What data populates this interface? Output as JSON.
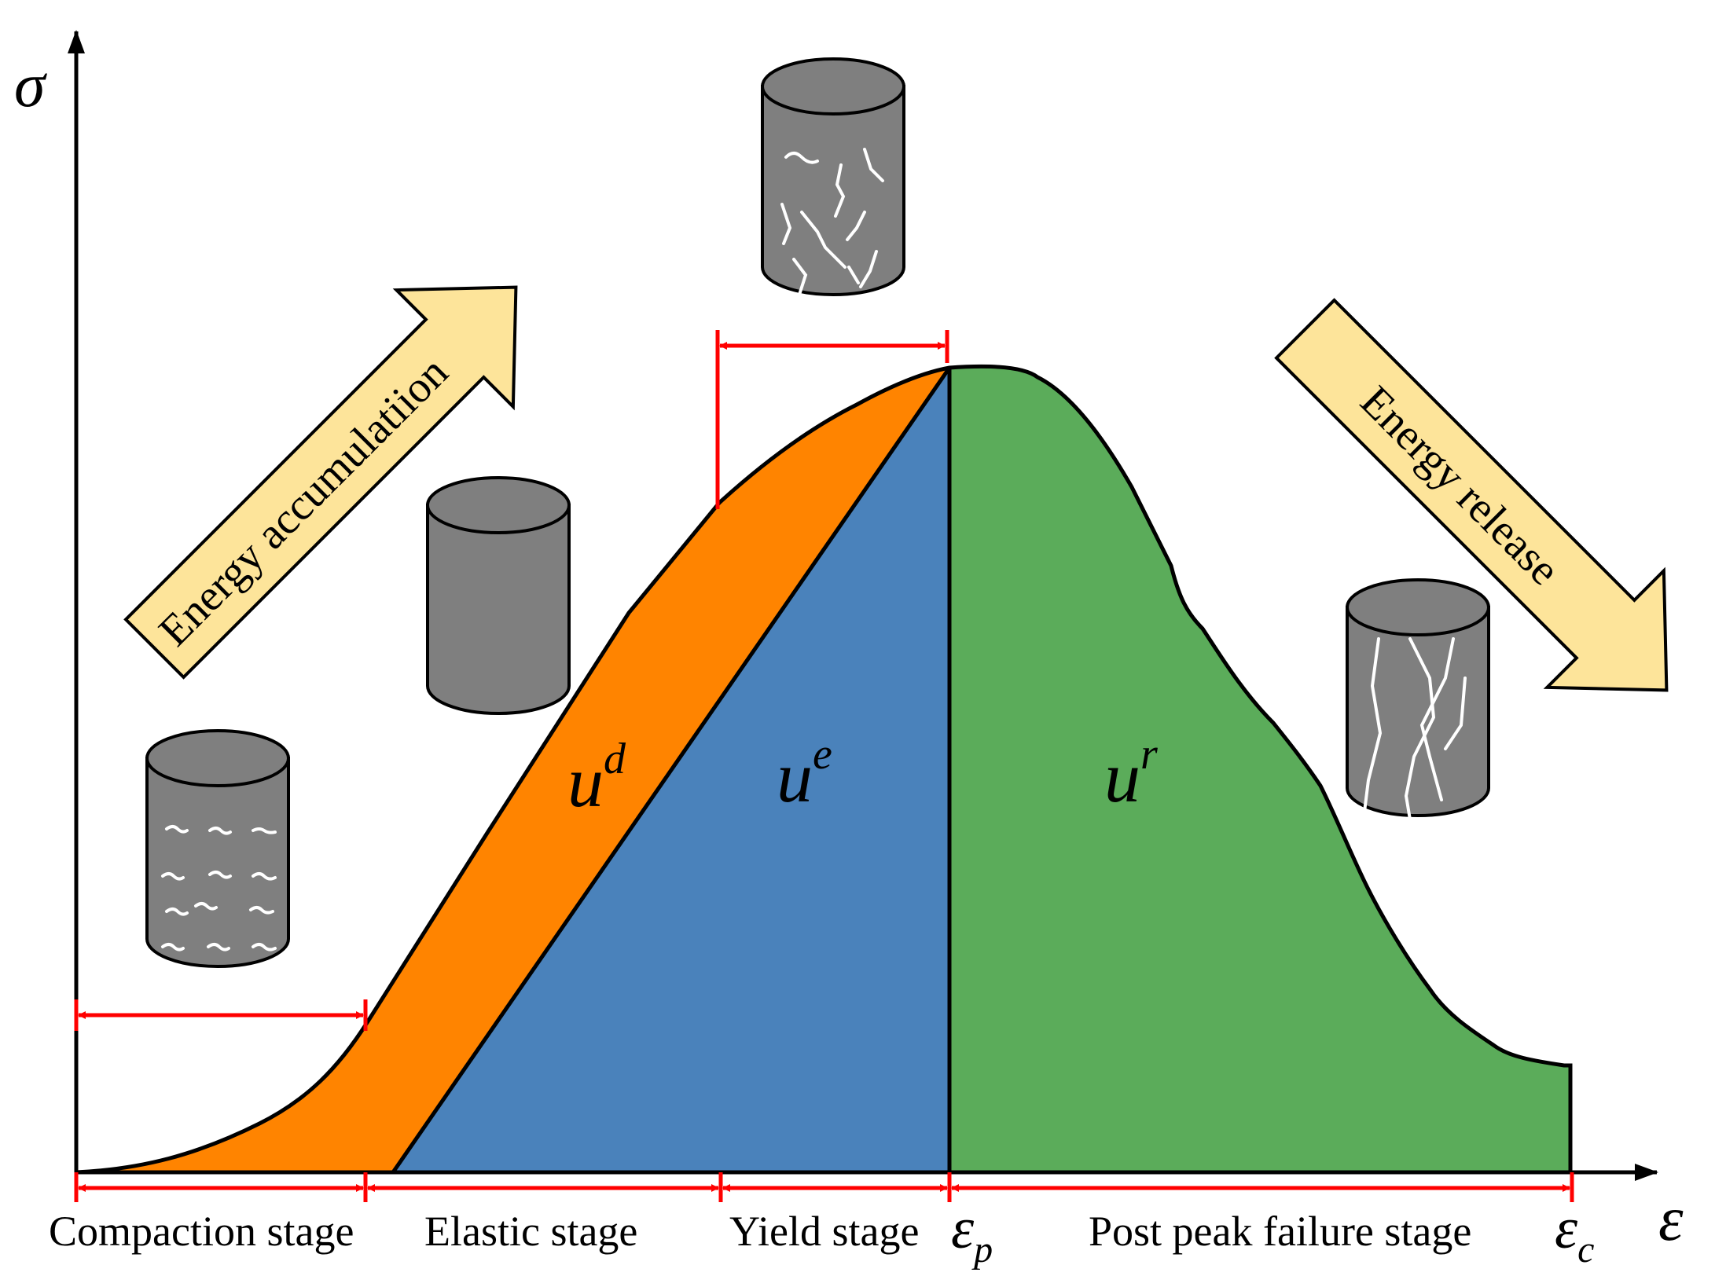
{
  "axes": {
    "y_symbol": "σ",
    "x_symbol": "ε"
  },
  "stages": [
    {
      "label": "Compaction stage"
    },
    {
      "label": "Elastic stage"
    },
    {
      "label": "Yield stage"
    },
    {
      "label": "Post peak failure stage"
    }
  ],
  "strain_markers": {
    "peak": {
      "symbol": "ε",
      "subscript": "p"
    },
    "residual": {
      "symbol": "ε",
      "subscript": "c"
    }
  },
  "areas": {
    "dissipated": {
      "symbol": "u",
      "superscript": "d",
      "color": "#ff8400"
    },
    "elastic": {
      "symbol": "u",
      "superscript": "e",
      "color": "#4a82bb"
    },
    "residual": {
      "symbol": "u",
      "superscript": "r",
      "color": "#5bac5a"
    }
  },
  "arrows": {
    "accumulation": {
      "label": "Energy accumulatiion",
      "color": "#fde49a"
    },
    "release": {
      "label": "Energy release",
      "color": "#fde49a"
    }
  },
  "colors": {
    "dimension_lines": "#ff0000",
    "specimen_body": "#7f7f7f",
    "cracks": "#ffffff"
  },
  "icons": [
    "specimen-compacted-icon",
    "specimen-intact-icon",
    "specimen-yield-cracked-icon",
    "specimen-failed-icon"
  ]
}
